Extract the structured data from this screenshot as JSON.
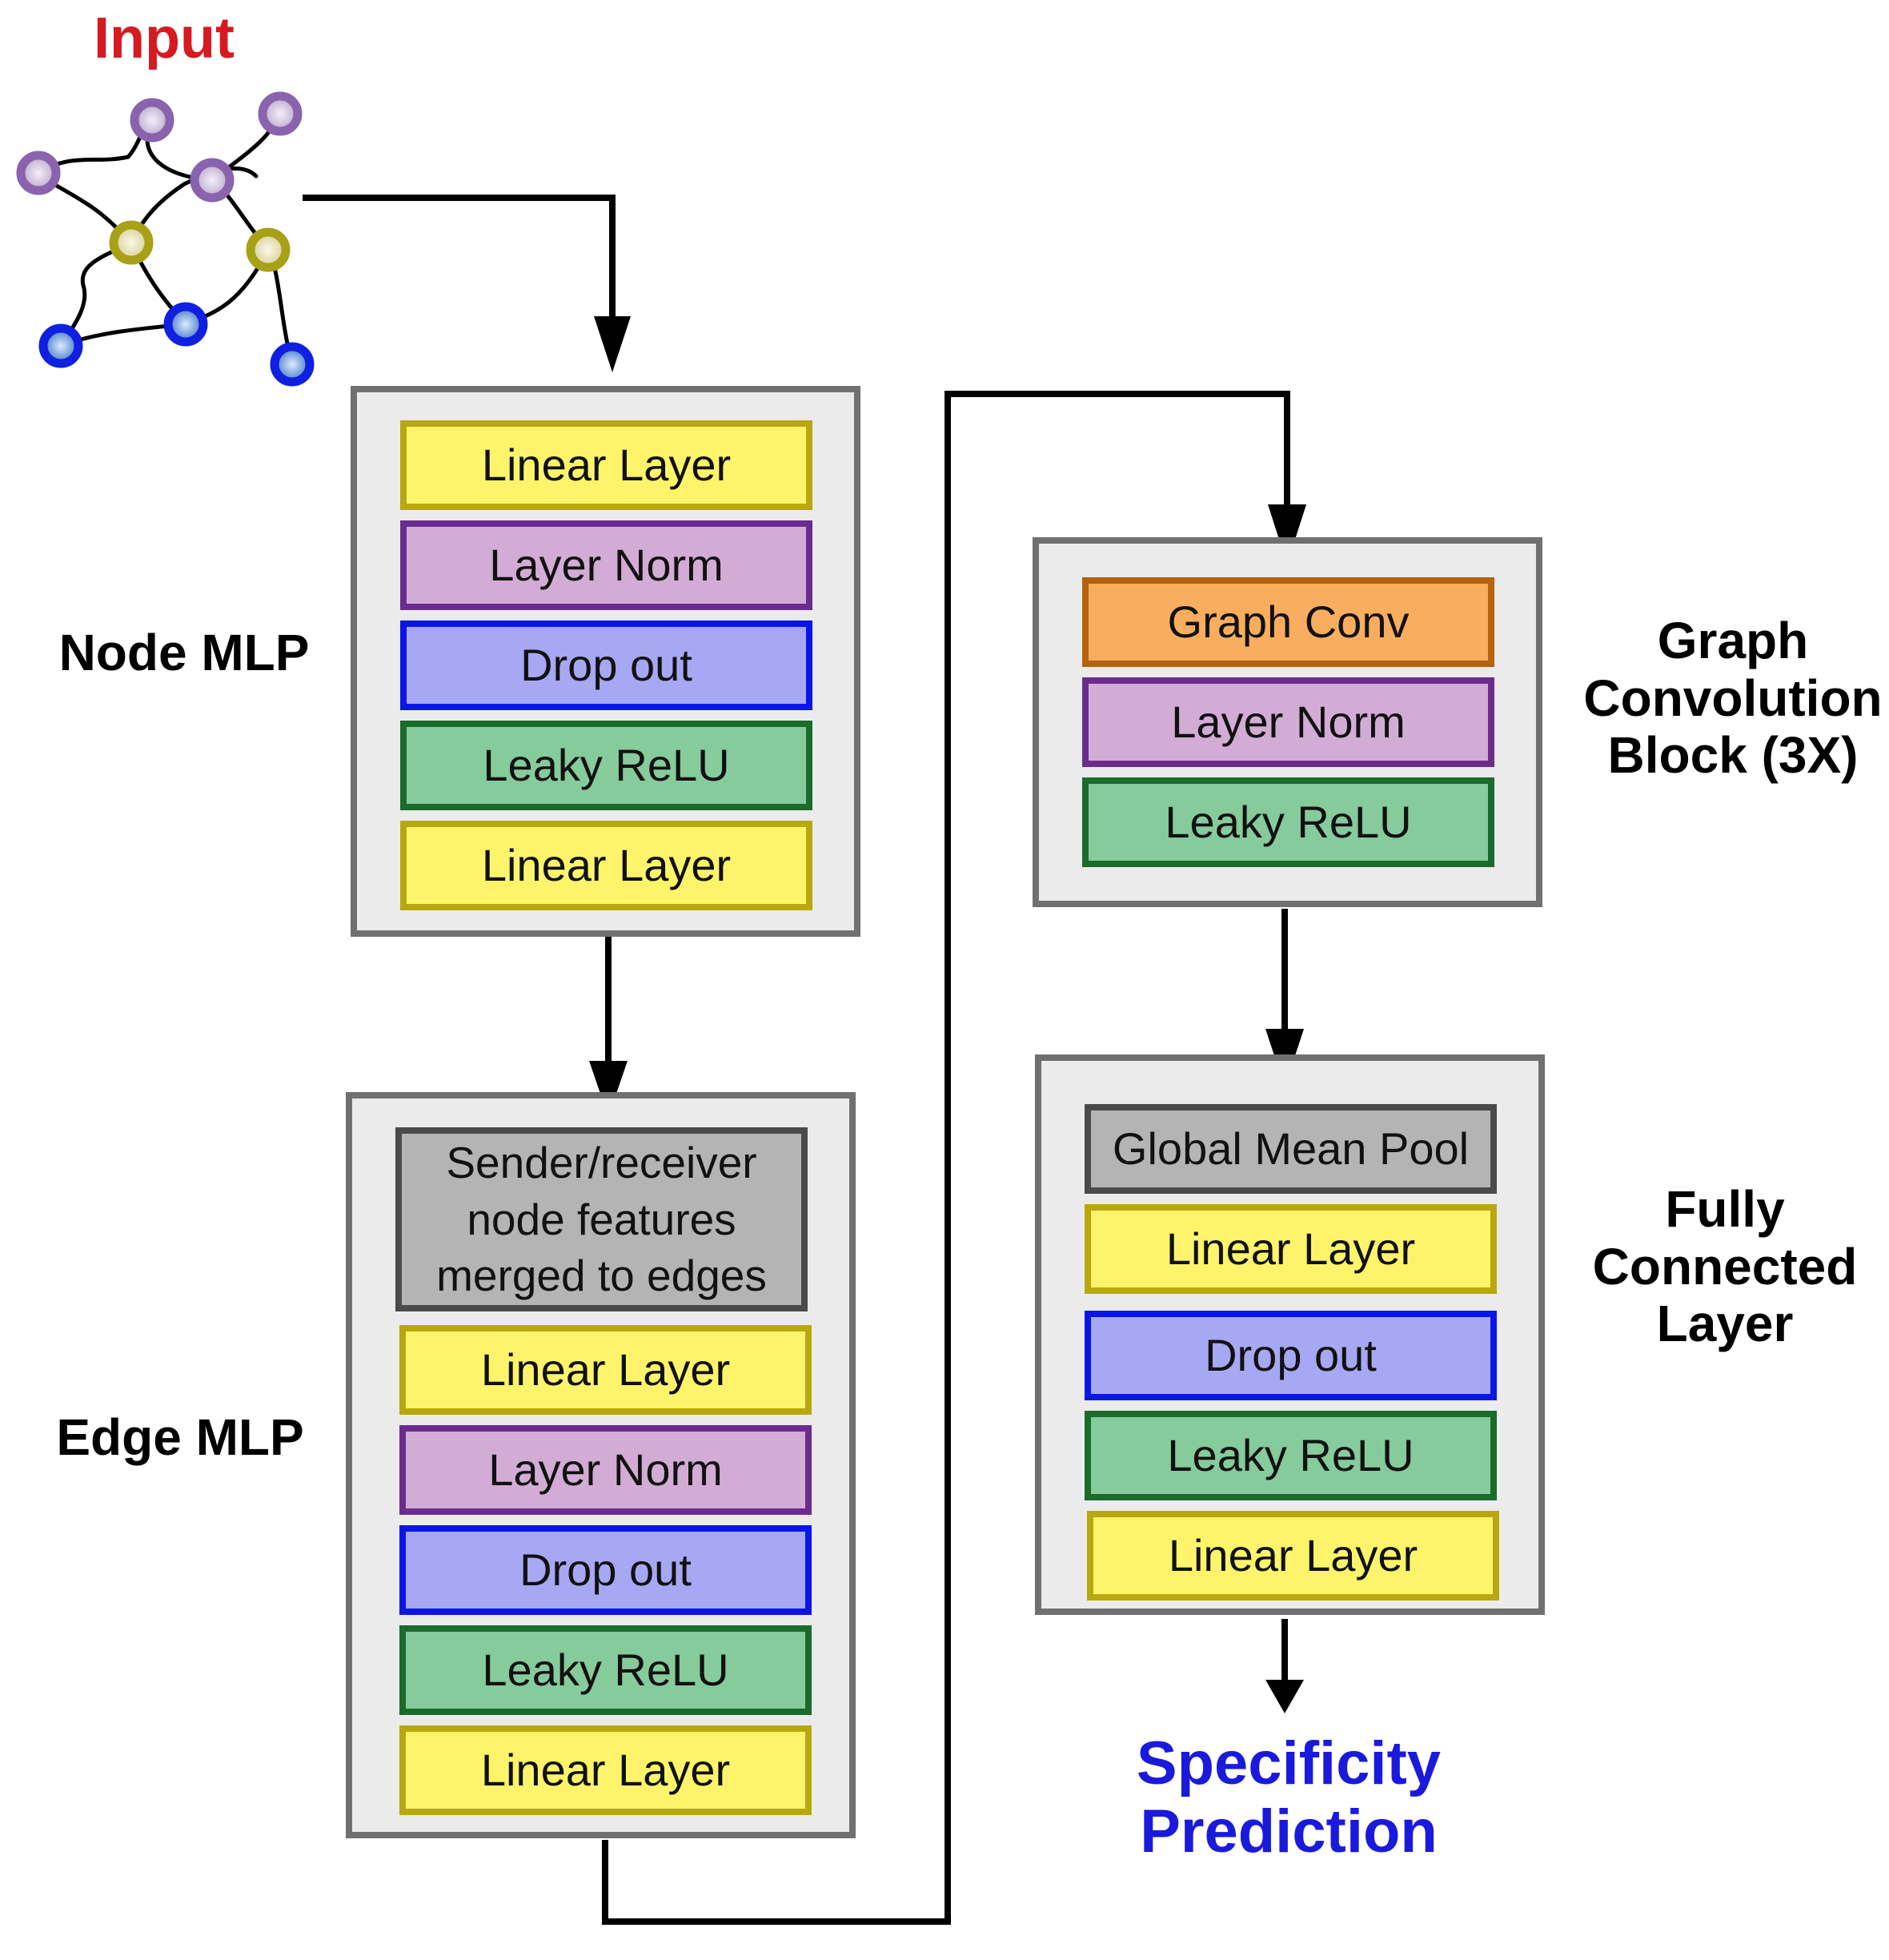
{
  "input_label": "Input",
  "output_label": "Specificity Prediction",
  "colors": {
    "input_label": "#d71920",
    "output_label": "#1a1adc",
    "node_purple": "#8a63ae",
    "node_olive": "#a8a017",
    "node_blue": "#1020e0",
    "group_fill": "#ebebeb",
    "group_border": "#707070"
  },
  "blocks": {
    "node_mlp": {
      "title": "Node MLP",
      "layers": [
        "Linear Layer",
        "Layer Norm",
        "Drop out",
        "Leaky ReLU",
        "Linear Layer"
      ]
    },
    "edge_mlp": {
      "title": "Edge MLP",
      "merge_text": "Sender/receiver node features merged to edges",
      "layers": [
        "Linear Layer",
        "Layer Norm",
        "Drop out",
        "Leaky ReLU",
        "Linear Layer"
      ]
    },
    "graph_conv": {
      "title": "Graph Convolution Block (3X)",
      "layers": [
        "Graph Conv",
        "Layer Norm",
        "Leaky ReLU"
      ]
    },
    "fully_connected": {
      "title": "Fully Connected Layer",
      "layers": [
        "Global Mean Pool",
        "Linear Layer",
        "Drop out",
        "Leaky ReLU",
        "Linear Layer"
      ]
    }
  }
}
